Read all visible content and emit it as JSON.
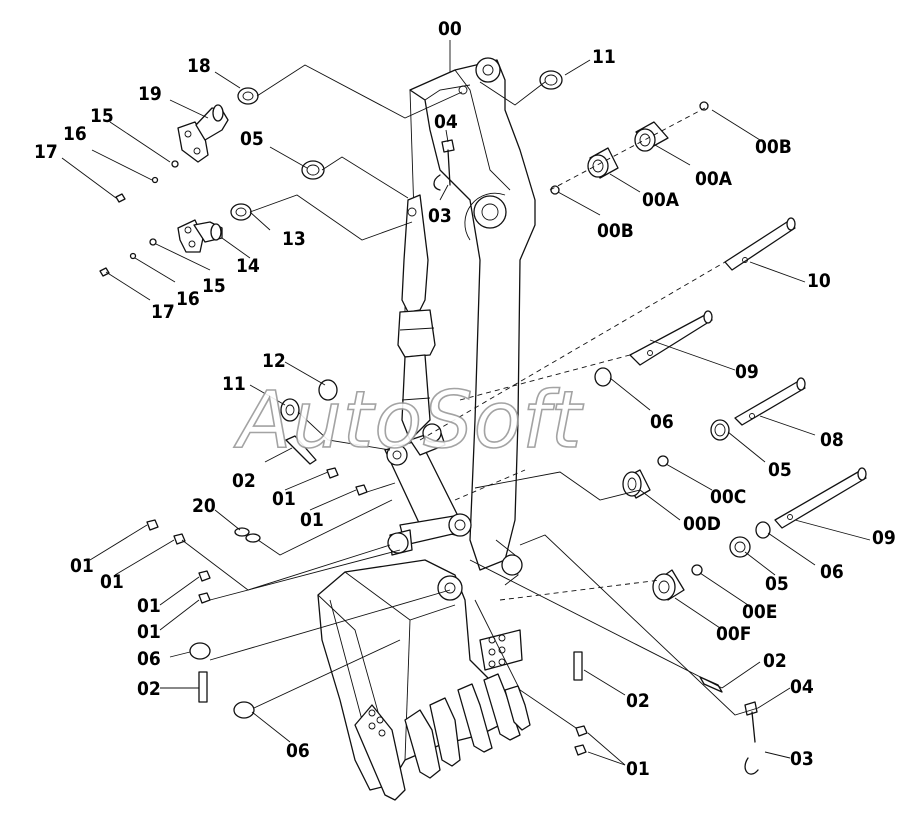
{
  "watermark": "AutoSoft",
  "callouts": {
    "c00": "00",
    "c11a": "11",
    "c18": "18",
    "c19": "19",
    "c15a": "15",
    "c16a": "16",
    "c17a": "17",
    "c04a": "04",
    "c05a": "05",
    "c03a": "03",
    "c00B_top": "00B",
    "c00A_r": "00A",
    "c00A_l": "00A",
    "c00B_bot": "00B",
    "c13": "13",
    "c14": "14",
    "c15b": "15",
    "c16b": "16",
    "c17b": "17",
    "c10": "10",
    "c12": "12",
    "c11b": "11",
    "c09a": "09",
    "c06a": "06",
    "c08": "08",
    "c05b": "05",
    "c02a": "02",
    "c01a": "01",
    "c01b": "01",
    "c00C": "00C",
    "c20": "20",
    "c00D": "00D",
    "c09b": "09",
    "c01c": "01",
    "c01d": "01",
    "c05c": "05",
    "c06b": "06",
    "c01e": "01",
    "c01f": "01",
    "c00E": "00E",
    "c06c": "06",
    "c00F": "00F",
    "c02b": "02",
    "c02c": "02",
    "c02d": "02",
    "c04b": "04",
    "c06d": "06",
    "c01g": "01",
    "c03b": "03"
  }
}
